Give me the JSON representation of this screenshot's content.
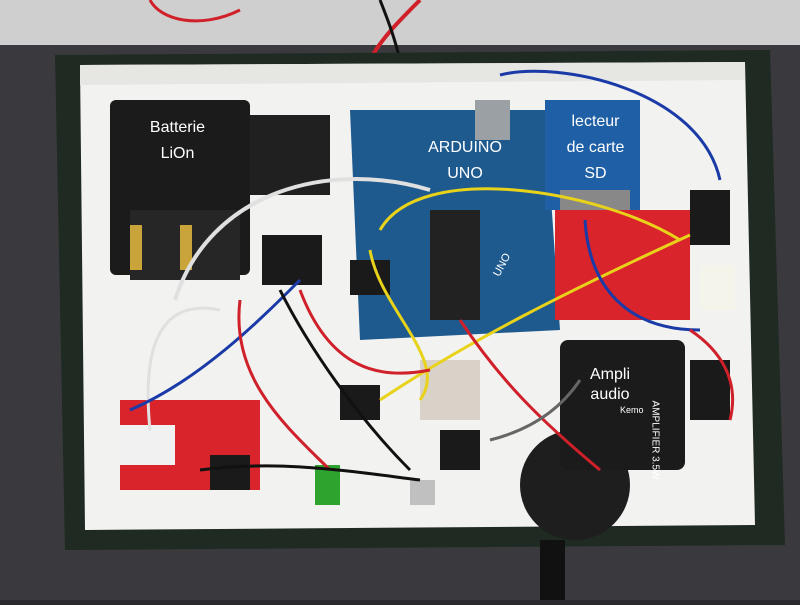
{
  "photo": {
    "labels": {
      "battery": [
        "Batterie",
        "LiOn"
      ],
      "arduino": [
        "ARDUINO",
        "UNO"
      ],
      "sd_reader": [
        "lecteur",
        "de carte",
        "SD"
      ],
      "amplifier": [
        "Ampli",
        "audio"
      ]
    },
    "printed_text": {
      "arduino_board": "UNO",
      "amp_module": "AMPLIFIER 3.5W",
      "amp_brand": "Kemo"
    },
    "colors": {
      "wall": "#f2f2f0",
      "box_rim": "#1f2a22",
      "wire_red": "#d0202a",
      "wire_blue": "#1a3aa8",
      "wire_yellow": "#e8d21a",
      "wire_white": "#e0e0e0",
      "breadboard_red": "#d8242a",
      "arduino_blue": "#1e5a8e",
      "sd_blue": "#1f5fa5"
    }
  }
}
